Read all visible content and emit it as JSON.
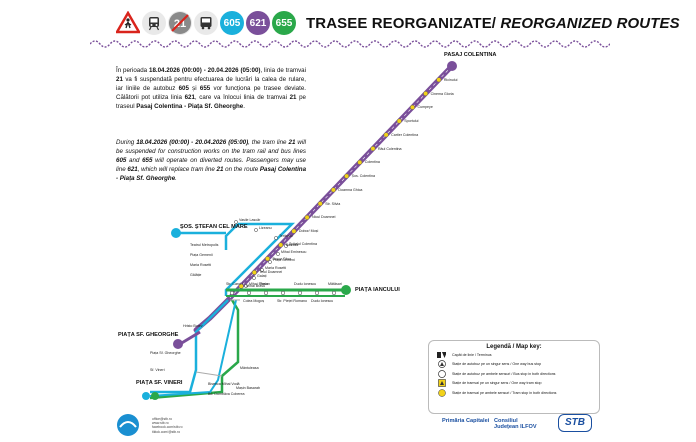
{
  "header": {
    "badges": [
      {
        "label": "605",
        "color": "#1ab0dc"
      },
      {
        "label": "621",
        "color": "#7a4f9a"
      },
      {
        "label": "655",
        "color": "#2aa84a"
      }
    ],
    "title_ro": "TRASEE REORGANIZATE/",
    "title_en": "REORGANIZED ROUTES"
  },
  "intro_ro": {
    "t1": "În perioada ",
    "dates": "18.04.2026 (00:00) - 20.04.2026 (05:00)",
    "t2": ", linia de tramvai ",
    "line": "21",
    "t3": " va fi suspendată pentru efectuarea de lucrări la calea de rulare, iar liniile de autobuz ",
    "l605": "605",
    "t4": " și ",
    "l655": "655",
    "t5": " vor funcționa pe trasee deviate. Călătorii pot utiliza linia ",
    "l621": "621",
    "t6": ", care va înlocui linia de tramvai ",
    "line2": "21",
    "t7": " pe traseul ",
    "route": "Pasaj Colentina - Piața Sf. Gheorghe",
    "t8": "."
  },
  "intro_en": {
    "t1": "During ",
    "dates": "18.04.2026 (00:00) - 20.04.2026 (05:00)",
    "t2": ", the tram line ",
    "line": "21",
    "t3": " will be suspended for construction works on the tram rail and bus lines ",
    "l605": "605",
    "t4": " and ",
    "l655": "655",
    "t5": " will operate on diverted routes. Passengers may use line ",
    "l621": "621",
    "t6": ", which will replace tram line ",
    "line2": "21",
    "t7": " on the route ",
    "route": "Pasaj Colentina - Piața Sf. Gheorghe",
    "t8": "."
  },
  "map": {
    "colors": {
      "l605": "#1ab0dc",
      "l621": "#7a4f9a",
      "l655": "#2aa84a",
      "stop": "#f2d21a"
    },
    "terminals": {
      "pasaj_colentina": "PASAJ COLENTINA",
      "sos_stefan": "ȘOS. ȘTEFAN CEL MARE",
      "piata_iancului": "PIAȚA IANCULUI",
      "piata_sf_gheorghe": "PIAȚA SF. GHEORGHE",
      "piata_sf_vineri": "PIAȚA SF. VINERI"
    },
    "stops_colentina": [
      "Ricinului",
      "Cinema Gloria",
      "Cumpeye",
      "Sportului",
      "Cartier Colentina",
      "Râul Colentina",
      "Colentina",
      "Șos. Colentina",
      "Doamna Ghica",
      "Str. Silvia",
      "Nicul Doamnei",
      "Dobor/ Moși",
      "Baicului",
      "Bucur Obor",
      "Teiul Doamnei",
      "Mihai Bravu"
    ],
    "stops_605": [
      "Vasile Lascăr",
      "Lizeanu",
      "Teritorial",
      "Spitalul Colentina",
      "Mihai Eminescu",
      "Piața Gemeni",
      "Maria Rosetti",
      "Galați",
      "Mihai Bravu"
    ],
    "stops_left": [
      "Teatrul Metropolis",
      "Piața Gemenii",
      "Maria Rosetti",
      "Gălăție"
    ],
    "stops_655": [
      "Str. Carol I",
      "Colea Mogoș",
      "Traian",
      "Str. Pieței Romano",
      "Dudu Ionescu",
      "Dudu Ionescu",
      "Mătăsari"
    ],
    "stops_south": [
      "Hristo Botev",
      "Piața Sf. Gheorghe",
      "Sf. Vineri",
      "Mântuleasa",
      "Biserica Mihai Vodă",
      "Bd. Dumbăva Coberea",
      "Mașin Basarab"
    ],
    "route_text": "Șos. Colentina"
  },
  "legend": {
    "title": "Legendă / Map key:",
    "rows": [
      "Capăt de linie / Terminus",
      "Stație de autobuz pe un singur sens / One way bus stop",
      "Stație de autobuz pe ambele sensuri / Bus stop in both directions",
      "Stație de tramvai pe un singur sens / One way tram stop",
      "Stație de tramvai pe ambele sensuri / Tram stop in both directions"
    ]
  },
  "footer": {
    "contacts": [
      "office@stb.ro",
      "www.stb.ro",
      "facebook.com/stb.ro",
      "tiktok.com/@stb.ro",
      "facebook.com/stbro",
      "@stb.ro"
    ],
    "logo1": "Primăria Capitalei",
    "logo2": "Consiliul Județean ILFOV",
    "logo3": "STB"
  }
}
